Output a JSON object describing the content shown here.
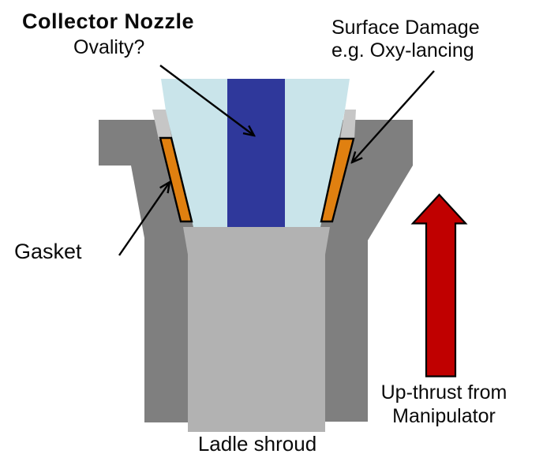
{
  "labels": {
    "collector_nozzle": "Collector Nozzle",
    "ovality": "Ovality?",
    "surface_damage_line1": "Surface Damage",
    "surface_damage_line2": "e.g. Oxy-lancing",
    "gasket": "Gasket",
    "ladle_shroud": "Ladle shroud",
    "upthrust_line1": "Up-thrust from",
    "upthrust_line2": "Manipulator"
  },
  "colors": {
    "background": "#ffffff",
    "nozzle_body": "#c9e4ea",
    "nozzle_bore": "#2f389b",
    "gasket": "#e08010",
    "shroud_wall": "#7f7f7f",
    "shroud_face": "#b2b2b2",
    "seat_strip": "#c6c6c6",
    "thrust_arrow": "#c00000",
    "line_color": "#000000"
  }
}
